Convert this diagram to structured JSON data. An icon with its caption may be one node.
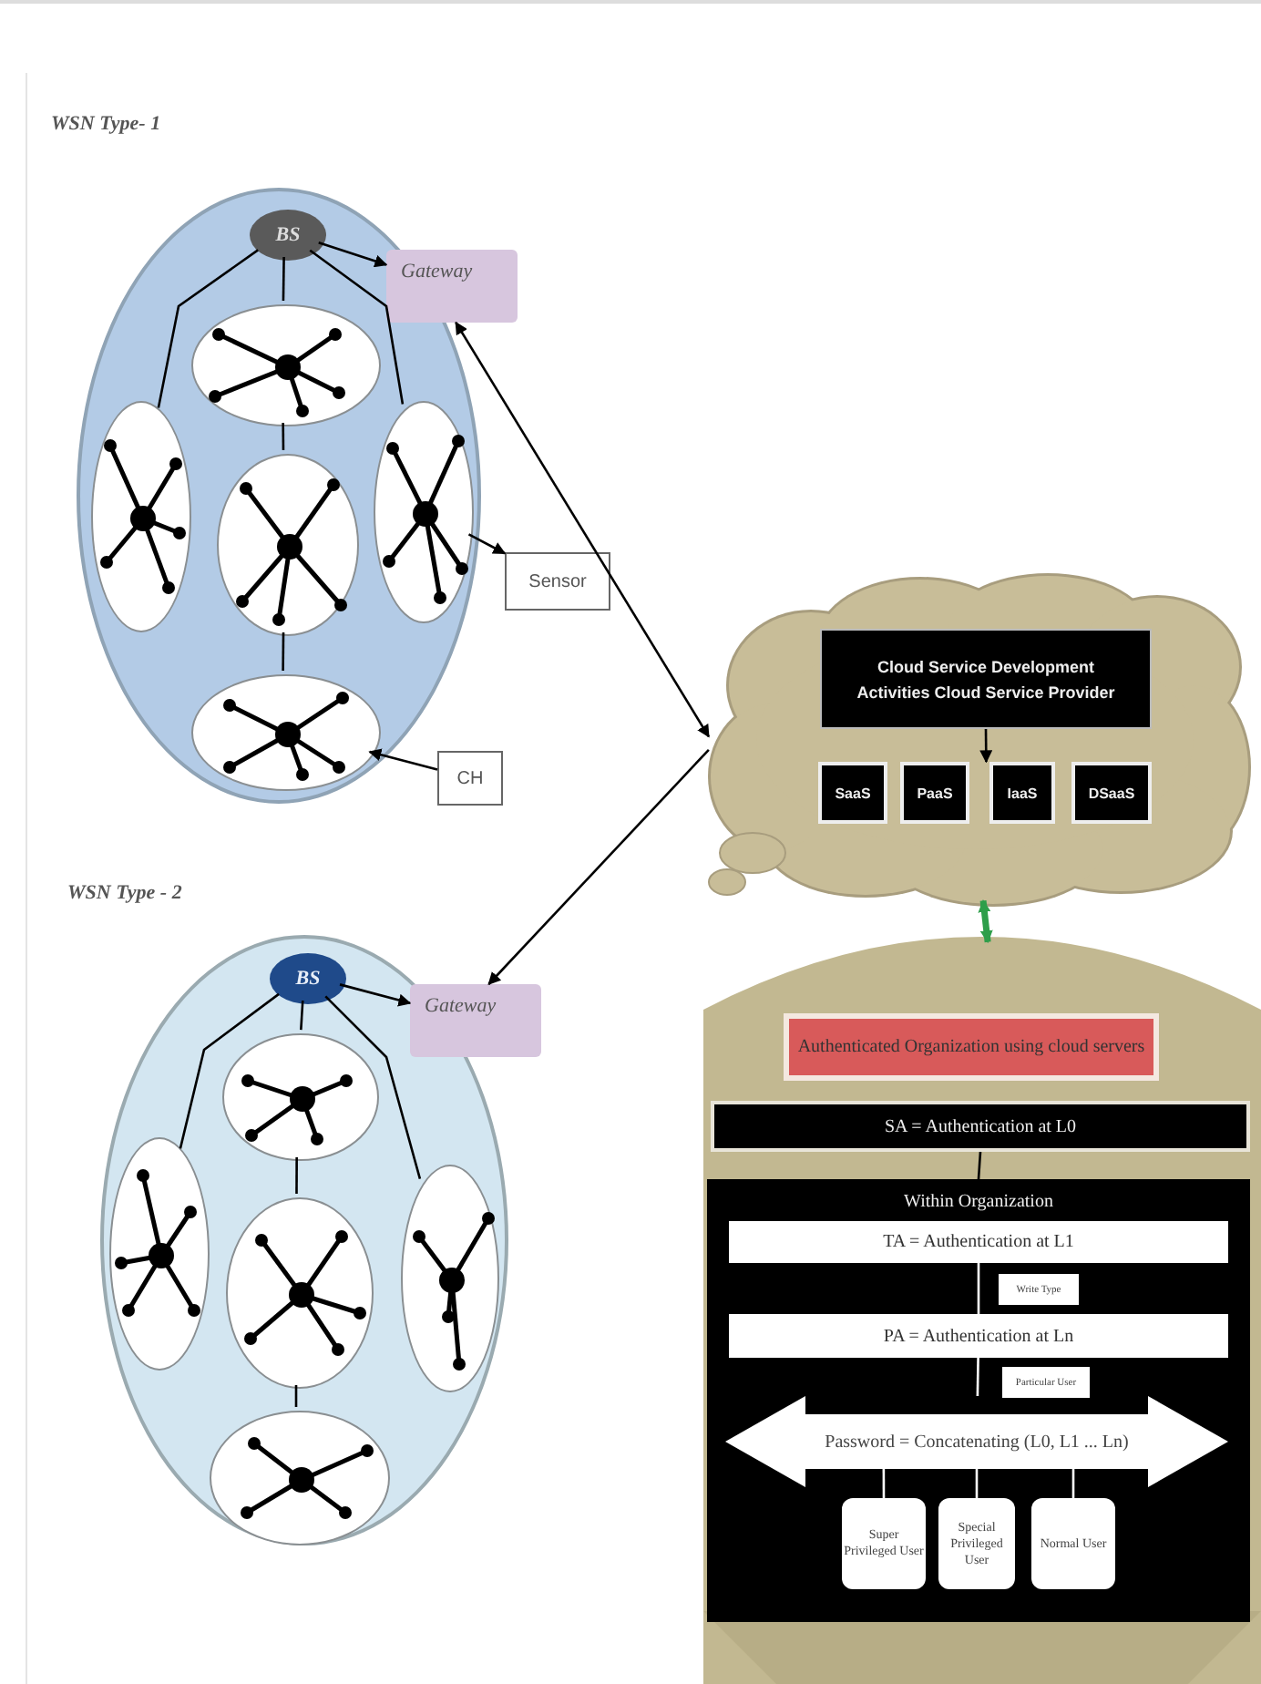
{
  "diagram": {
    "nodes": [
      {
        "text": [],
        "shape": "circle"
      },
      {
        "text": [
          "BS"
        ],
        "in": 0
      },
      {
        "text": [
          "Gateway"
        ]
      },
      {
        "text": [],
        "shape": "circle",
        "in": 0
      },
      {
        "text": [],
        "shape": "circle",
        "in": 0
      },
      {
        "text": [],
        "shape": "circle",
        "in": 0
      },
      {
        "text": [],
        "shape": "circle",
        "in": 0
      },
      {
        "text": [],
        "shape": "circle",
        "in": 0
      },
      {
        "text": [
          "Sensor"
        ]
      },
      {
        "text": [
          "CH"
        ]
      },
      {
        "text": [],
        "shape": "circle"
      },
      {
        "text": [
          "BS"
        ],
        "in": 10
      },
      {
        "text": [
          "Gateway"
        ]
      },
      {
        "text": [],
        "shape": "circle",
        "in": 10
      },
      {
        "text": [],
        "shape": "circle",
        "in": 10
      },
      {
        "text": [],
        "shape": "circle",
        "in": 10
      },
      {
        "text": [],
        "shape": "circle",
        "in": 10
      },
      {
        "text": [],
        "shape": "circle",
        "in": 10
      },
      {
        "text": [],
        "shape": "cloud"
      },
      {
        "text": [
          "Cloud Service Development Activities Cloud Service Provider"
        ],
        "in": 18
      },
      {
        "text": [
          "SaaS"
        ],
        "in": 18
      },
      {
        "text": [
          "PaaS"
        ],
        "in": 18
      },
      {
        "text": [
          "IaaS"
        ],
        "in": 18
      },
      {
        "text": [
          "DSaaS"
        ],
        "in": 18
      },
      {
        "text": [],
        "shape": "circle"
      },
      {
        "text": [
          "Authenticated Organization using cloud servers"
        ],
        "in": 24
      },
      {
        "text": [
          "SA = Authentication at L0"
        ],
        "in": 24
      },
      {
        "text": [
          "Within Organization"
        ],
        "in": 24
      },
      {
        "text": [
          "TA = Authentication at L1"
        ],
        "in": 27
      },
      {
        "text": [
          "Write Type"
        ],
        "in": 27
      },
      {
        "text": [
          "PA = Authentication at Ln"
        ],
        "in": 27
      },
      {
        "text": [
          "Particular User"
        ],
        "in": 27
      },
      {
        "text": [
          "Password = Concatenating (L0, L1 ... Ln)"
        ],
        "in": 27
      },
      {
        "text": [
          "Super Privileged User"
        ],
        "in": 27
      },
      {
        "text": [
          "Special Privileged User"
        ],
        "in": 27
      },
      {
        "text": [
          "Normal User"
        ],
        "in": 27
      }
    ],
    "edges": [
      {
        "from": 1,
        "to": 2,
        "arrow": "to"
      },
      {
        "from": 1,
        "to": 4,
        "arrow": "none"
      },
      {
        "from": 1,
        "to": 6,
        "arrow": "none"
      },
      {
        "from": 1,
        "to": 3,
        "arrow": "none"
      },
      {
        "from": 3,
        "to": 5,
        "arrow": "none"
      },
      {
        "from": 5,
        "to": 7,
        "arrow": "none"
      },
      {
        "from": 6,
        "to": 8,
        "arrow": "to"
      },
      {
        "from": 9,
        "to": 7,
        "arrow": "to"
      },
      {
        "from": 2,
        "to": 18,
        "arrow": "both"
      },
      {
        "from": 18,
        "to": 12,
        "arrow": "to"
      },
      {
        "from": 11,
        "to": 12,
        "arrow": "to"
      },
      {
        "from": 11,
        "to": 14,
        "arrow": "none"
      },
      {
        "from": 11,
        "to": 16,
        "arrow": "none"
      },
      {
        "from": 11,
        "to": 13,
        "arrow": "none"
      },
      {
        "from": 13,
        "to": 15,
        "arrow": "none"
      },
      {
        "from": 15,
        "to": 17,
        "arrow": "none"
      },
      {
        "from": 19,
        "to": 22,
        "arrow": "to"
      },
      {
        "from": 18,
        "to": 24,
        "arrow": "both",
        "style": "thick",
        "color": "#2e9e4a"
      },
      {
        "from": 26,
        "to": 27,
        "arrow": "none"
      },
      {
        "from": 28,
        "to": 30,
        "arrow": "none",
        "color": "#ffffff"
      },
      {
        "from": 30,
        "to": 32,
        "arrow": "none",
        "color": "#ffffff"
      },
      {
        "from": 32,
        "to": 33,
        "arrow": "none",
        "color": "#ffffff"
      },
      {
        "from": 32,
        "to": 34,
        "arrow": "none",
        "color": "#ffffff"
      },
      {
        "from": 32,
        "to": 35,
        "arrow": "none",
        "color": "#ffffff"
      }
    ],
    "labels": [
      "WSN Type- 1",
      "WSN Type - 2"
    ]
  }
}
